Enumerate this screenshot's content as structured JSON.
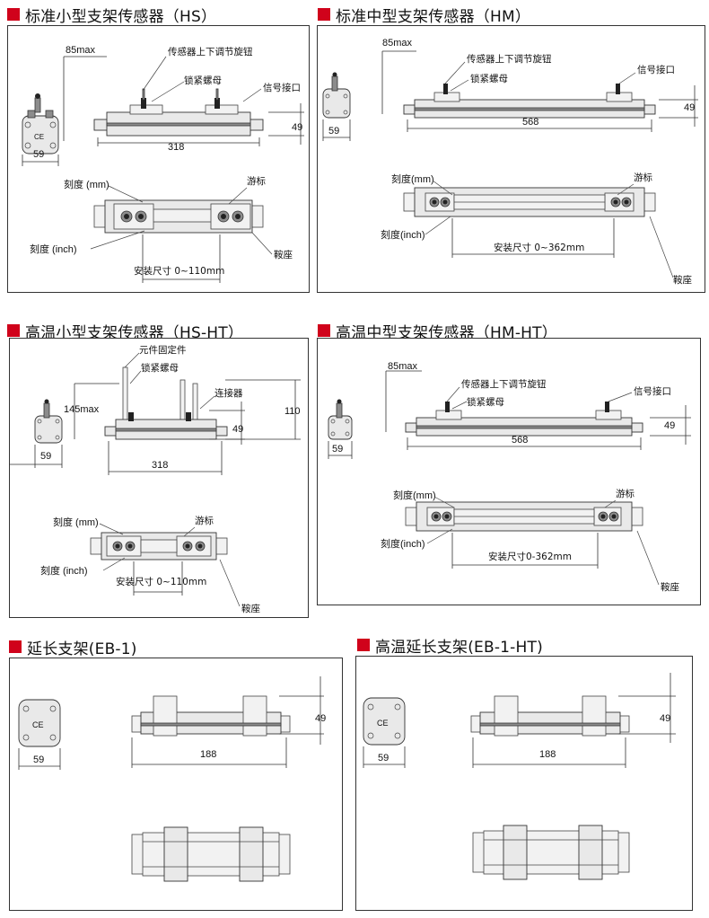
{
  "sections": {
    "hs": {
      "title": "标准小型支架传感器（HS）"
    },
    "hm": {
      "title": "标准中型支架传感器（HM）"
    },
    "hsht": {
      "title": "高温小型支架传感器（HS-HT）"
    },
    "hmht": {
      "title": "高温中型支架传感器（HM-HT）"
    },
    "eb": {
      "title": "延长支架(EB-1)"
    },
    "ebht": {
      "title": "高温延长支架(EB-1-HT)"
    }
  },
  "labels": {
    "max85": "85max",
    "max145": "145max",
    "knob": "传感器上下调节旋钮",
    "locknut": "锁紧螺母",
    "signal": "信号接口",
    "fixer": "元件固定件",
    "connector": "连接器",
    "scale_mm": "刻度 (mm)",
    "scale_mm_hm": "刻度(mm)",
    "scale_inch": "刻度 (inch)",
    "scale_inch_hm": "刻度(inch)",
    "vernier": "游标",
    "saddle": "鞍座",
    "install_hs": "安装尺寸  0~110mm",
    "install_hsht": "安装尺寸 0~110mm",
    "install_hm": "安装尺寸 0~362mm",
    "install_hmht": "安装尺寸0-362mm",
    "ce": "CE"
  },
  "dims": {
    "w59": "59",
    "h49": "49",
    "h110": "110",
    "l318": "318",
    "l568": "568",
    "l188": "188"
  }
}
